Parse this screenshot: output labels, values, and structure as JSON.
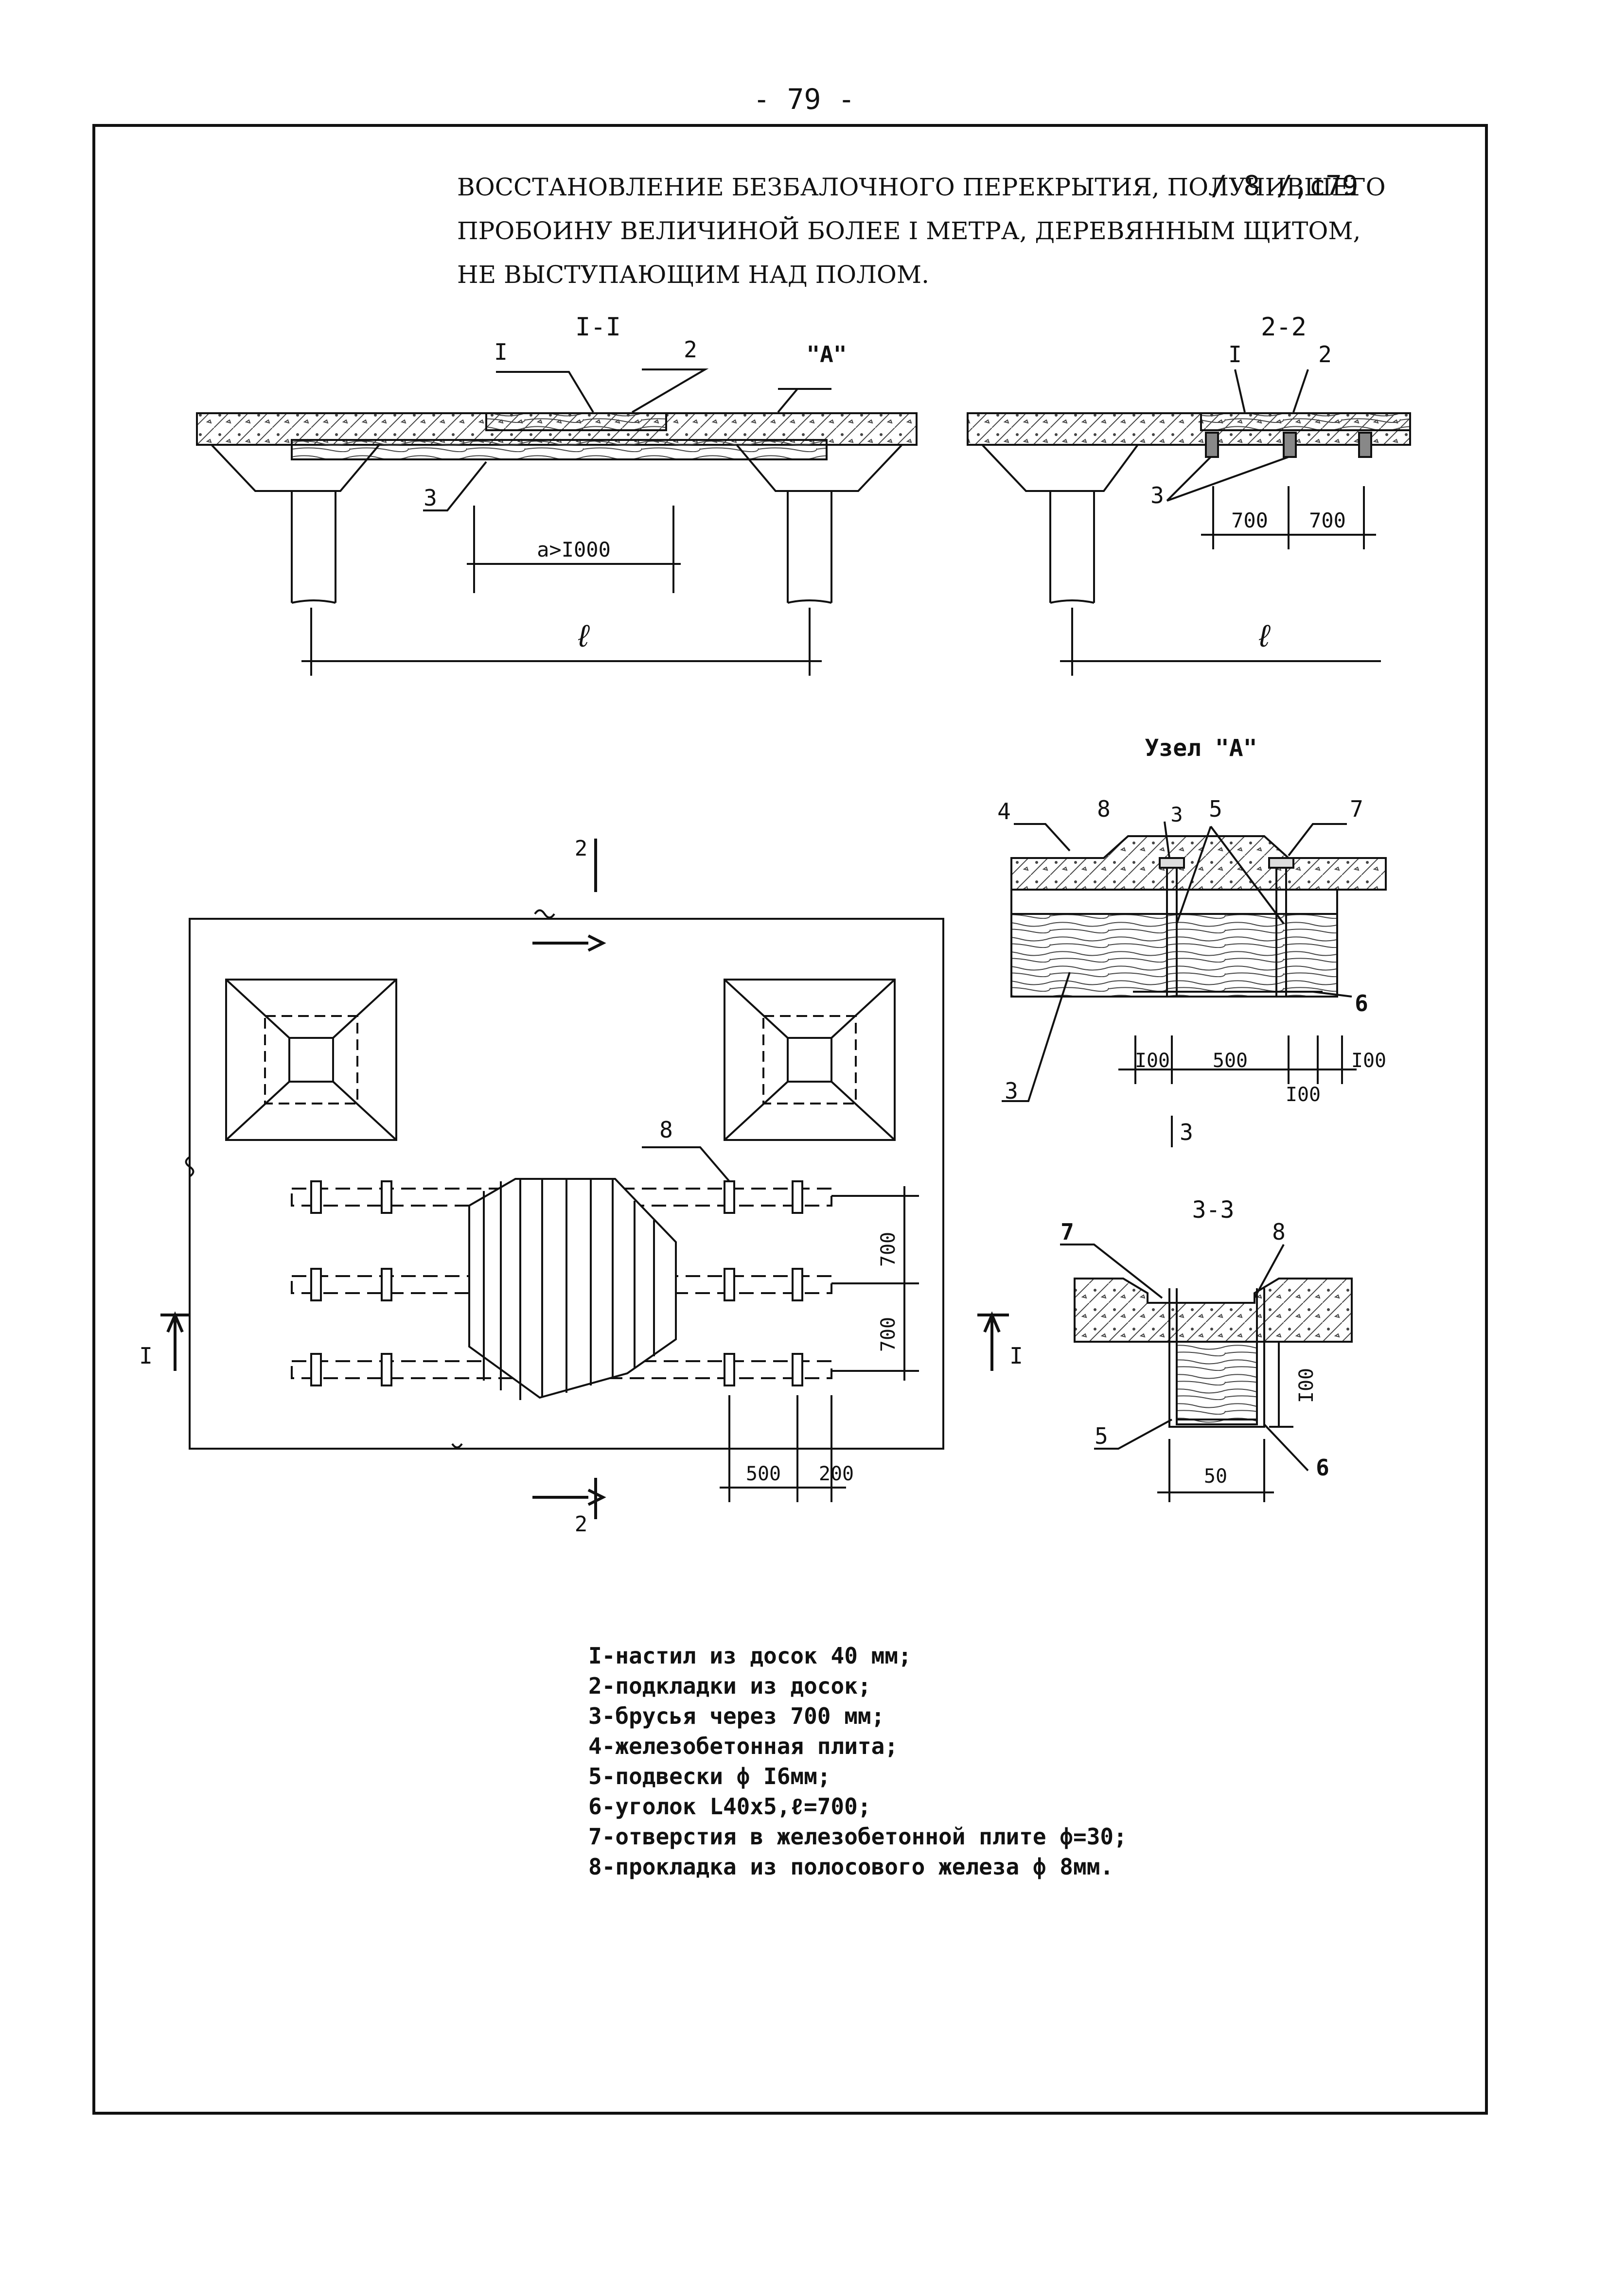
{
  "page_number": "- 79 -",
  "title_lines": [
    "ВОССТАНОВЛЕНИЕ БЕЗБАЛОЧНОГО ПЕРЕКРЫТИЯ, ПОЛУЧИВШЕГО",
    "ПРОБОИНУ ВЕЛИЧИНОЙ БОЛЕЕ I МЕТРА, ДЕРЕВЯННЫМ ЩИТОМ,",
    "НЕ ВЫСТУПАЮЩИМ НАД ПОЛОМ."
  ],
  "reference": "/ 8 /,с79",
  "views": {
    "section_1": {
      "label": "I-I",
      "callouts": [
        "I",
        "2",
        "\"А\"",
        "3"
      ],
      "dim_a": "a>I000",
      "dim_l": "ℓ"
    },
    "section_2": {
      "label": "2-2",
      "callouts": [
        "I",
        "2",
        "3"
      ],
      "dims": [
        "700",
        "700"
      ],
      "dim_l": "ℓ"
    },
    "node_a": {
      "label": "Узел \"А\"",
      "callouts": [
        "4",
        "8",
        "3",
        "5",
        "7",
        "6",
        "3"
      ],
      "dims": [
        "I00",
        "500",
        "I00",
        "I00"
      ],
      "cut_label": "3"
    },
    "section_3": {
      "label": "3-3",
      "callouts": [
        "7",
        "8",
        "5",
        "6"
      ],
      "dims": [
        "I00",
        "50"
      ]
    },
    "plan": {
      "cut_2_label": "2",
      "cut_1_label": "I",
      "callout": "8",
      "dims_vertical": [
        "700",
        "700"
      ],
      "dims_horizontal": [
        "500",
        "200"
      ]
    }
  },
  "legend": [
    "I-настил из досок 40 мм;",
    "2-подкладки из досок;",
    "3-брусья через 700 мм;",
    "4-железобетонная плита;",
    "5-подвески ф I6мм;",
    "6-уголок L40x5,ℓ=700;",
    "7-отверстия в железобетонной плите ф=30;",
    "8-прокладка из полосового железа ф 8мм."
  ]
}
